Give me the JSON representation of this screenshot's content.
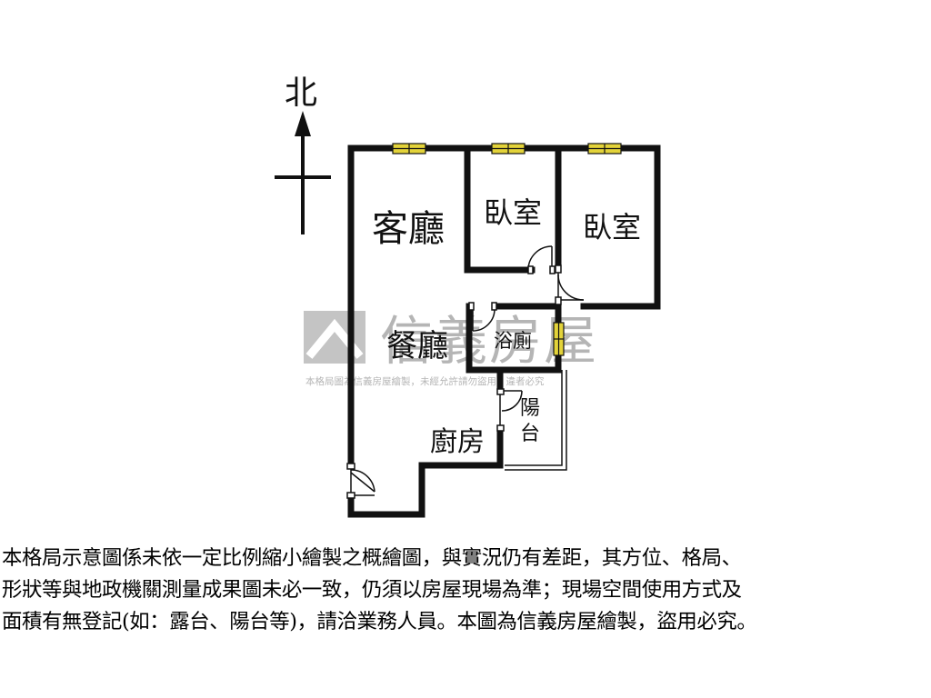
{
  "compass": {
    "label": "北"
  },
  "rooms": {
    "living": "客廳",
    "bedroom_1": "臥室",
    "bedroom_2": "臥室",
    "dining": "餐廳",
    "bath": "浴廁",
    "balcony_line1": "陽",
    "balcony_line2": "台",
    "kitchen": "廚房"
  },
  "watermark": {
    "brand": "信義房屋",
    "note": "本格局圖為信義房屋繪製，未經允許請勿盜用，違者必究"
  },
  "disclaimer": {
    "line1": "本格局示意圖係未依一定比例縮小繪製之概繪圖，與實況仍有差距，其方位、格局、",
    "line2": "形狀等與地政機關測量成果圖未必一致，仍須以房屋現場為準；現場空間使用方式及",
    "line3": "面積有無登記(如：露台、陽台等)，請洽業務人員。本圖為信義房屋繪製，盜用必究。"
  },
  "colors": {
    "wall": "#111111",
    "window": "#e3d33a",
    "watermark": "#b5b5b5"
  }
}
